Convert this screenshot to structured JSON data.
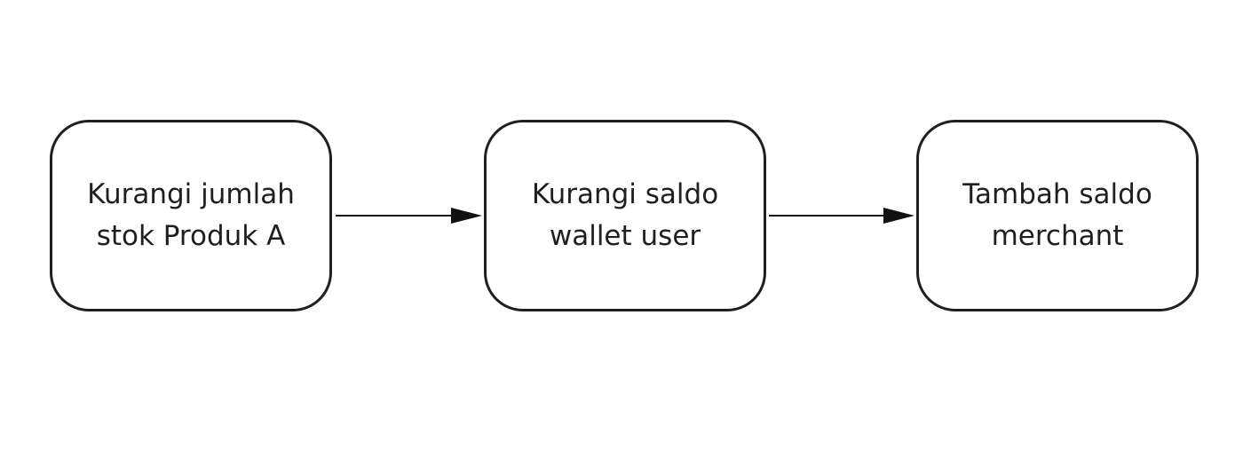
{
  "diagram": {
    "nodes": [
      {
        "id": "n1",
        "lines": [
          "Kurangi jumlah",
          "stok Produk A"
        ]
      },
      {
        "id": "n2",
        "lines": [
          "Kurangi saldo",
          "wallet user"
        ]
      },
      {
        "id": "n3",
        "lines": [
          "Tambah saldo",
          "merchant"
        ]
      }
    ],
    "edges": [
      {
        "from": "n1",
        "to": "n2"
      },
      {
        "from": "n2",
        "to": "n3"
      }
    ],
    "colors": {
      "stroke": "#1f1f1f",
      "fill": "#ffffff",
      "background": "#ffffff"
    }
  }
}
